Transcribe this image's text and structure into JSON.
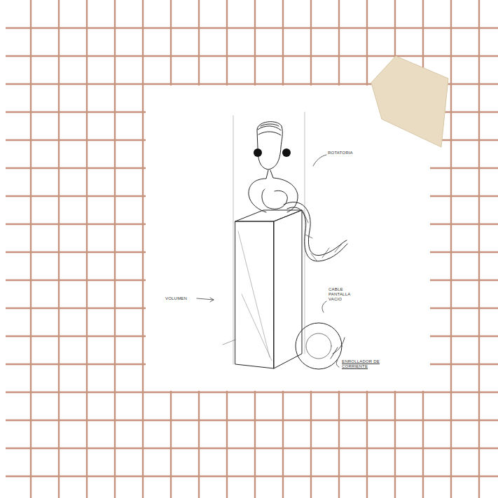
{
  "diagram": {
    "labels": [
      "ROTATORIA",
      "VOLUMEN",
      "CABLE PANTALLA VACIO",
      "ENROLLADOR DE CORRIENTE"
    ]
  }
}
